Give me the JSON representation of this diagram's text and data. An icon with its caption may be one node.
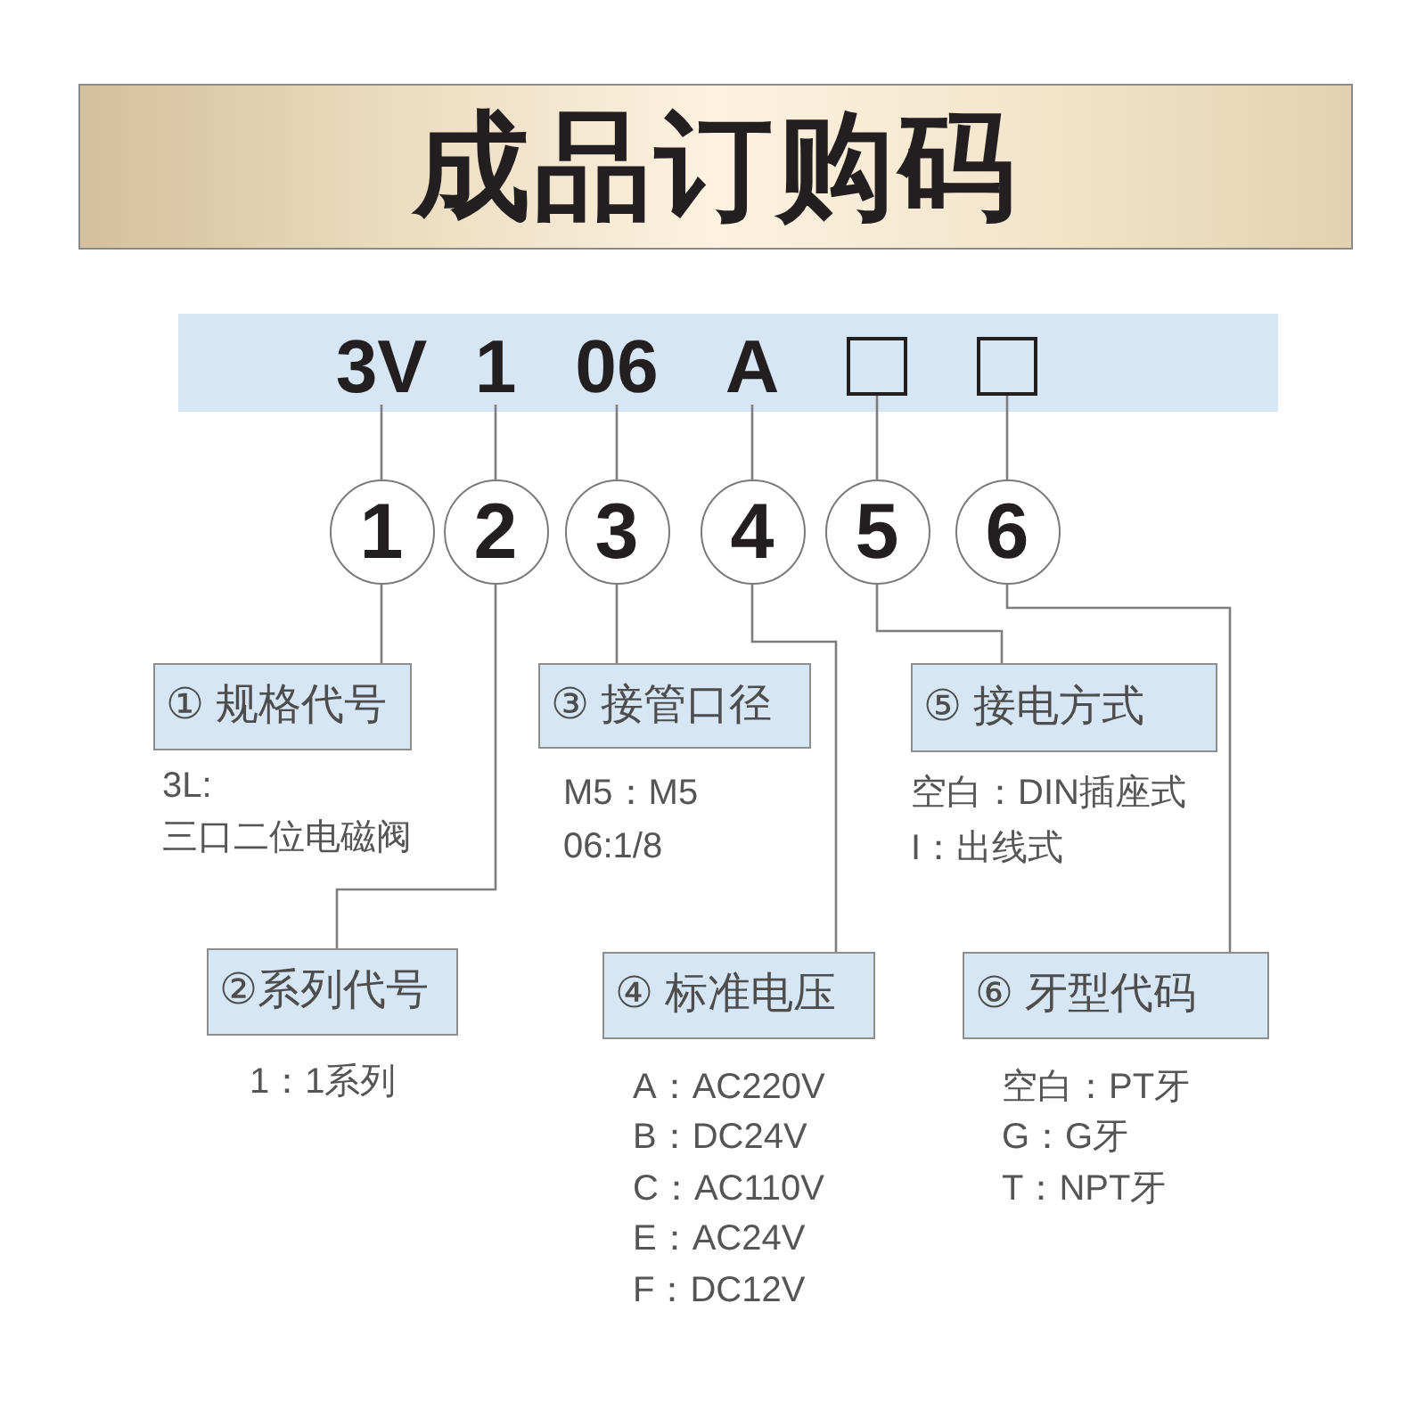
{
  "diagram": {
    "title": "成品订购码",
    "nodes": [
      {
        "text": [],
        "shape": "bar"
      },
      {
        "text": [
          "3V"
        ],
        "in": 0
      },
      {
        "text": [
          "1"
        ],
        "in": 0
      },
      {
        "text": [
          "06"
        ],
        "in": 0
      },
      {
        "text": [
          "A"
        ],
        "in": 0
      },
      {
        "text": [],
        "shape": "box",
        "in": 0
      },
      {
        "text": [],
        "shape": "box",
        "in": 0
      },
      {
        "text": [
          "1"
        ]
      },
      {
        "text": [
          "2"
        ]
      },
      {
        "text": [
          "3"
        ]
      },
      {
        "text": [
          "4"
        ]
      },
      {
        "text": [
          "5"
        ]
      },
      {
        "text": [
          "6"
        ]
      },
      {
        "text": [
          "① 规格代号"
        ],
        "beside": [
          "3L:",
          "三口二位电磁阀"
        ]
      },
      {
        "text": [
          "③ 接管口径"
        ],
        "beside": [
          "M5：M5",
          "06:1/8"
        ]
      },
      {
        "text": [
          "⑤ 接电方式"
        ],
        "beside": [
          "空白：DIN插座式",
          "I：出线式"
        ]
      },
      {
        "text": [
          "②系列代号"
        ],
        "beside": [
          "1：1系列"
        ]
      },
      {
        "text": [
          "④ 标准电压"
        ],
        "beside": [
          "A：AC220V",
          "B：DC24V",
          "C：AC110V",
          "E：AC24V",
          "F：DC12V"
        ]
      },
      {
        "text": [
          "⑥ 牙型代码"
        ],
        "beside": [
          "空白：PT牙",
          "G：G牙",
          "T：NPT牙"
        ]
      }
    ],
    "edges": [
      {
        "from": 1,
        "to": 7,
        "arrow": "none"
      },
      {
        "from": 2,
        "to": 8,
        "arrow": "none"
      },
      {
        "from": 3,
        "to": 9,
        "arrow": "none"
      },
      {
        "from": 4,
        "to": 10,
        "arrow": "none"
      },
      {
        "from": 5,
        "to": 11,
        "arrow": "none"
      },
      {
        "from": 6,
        "to": 12,
        "arrow": "none"
      },
      {
        "from": 7,
        "to": 13,
        "arrow": "none"
      },
      {
        "from": 8,
        "to": 16,
        "arrow": "none"
      },
      {
        "from": 9,
        "to": 14,
        "arrow": "none"
      },
      {
        "from": 10,
        "to": 17,
        "arrow": "none"
      },
      {
        "from": 11,
        "to": 15,
        "arrow": "none"
      },
      {
        "from": 12,
        "to": 18,
        "arrow": "none"
      }
    ]
  }
}
